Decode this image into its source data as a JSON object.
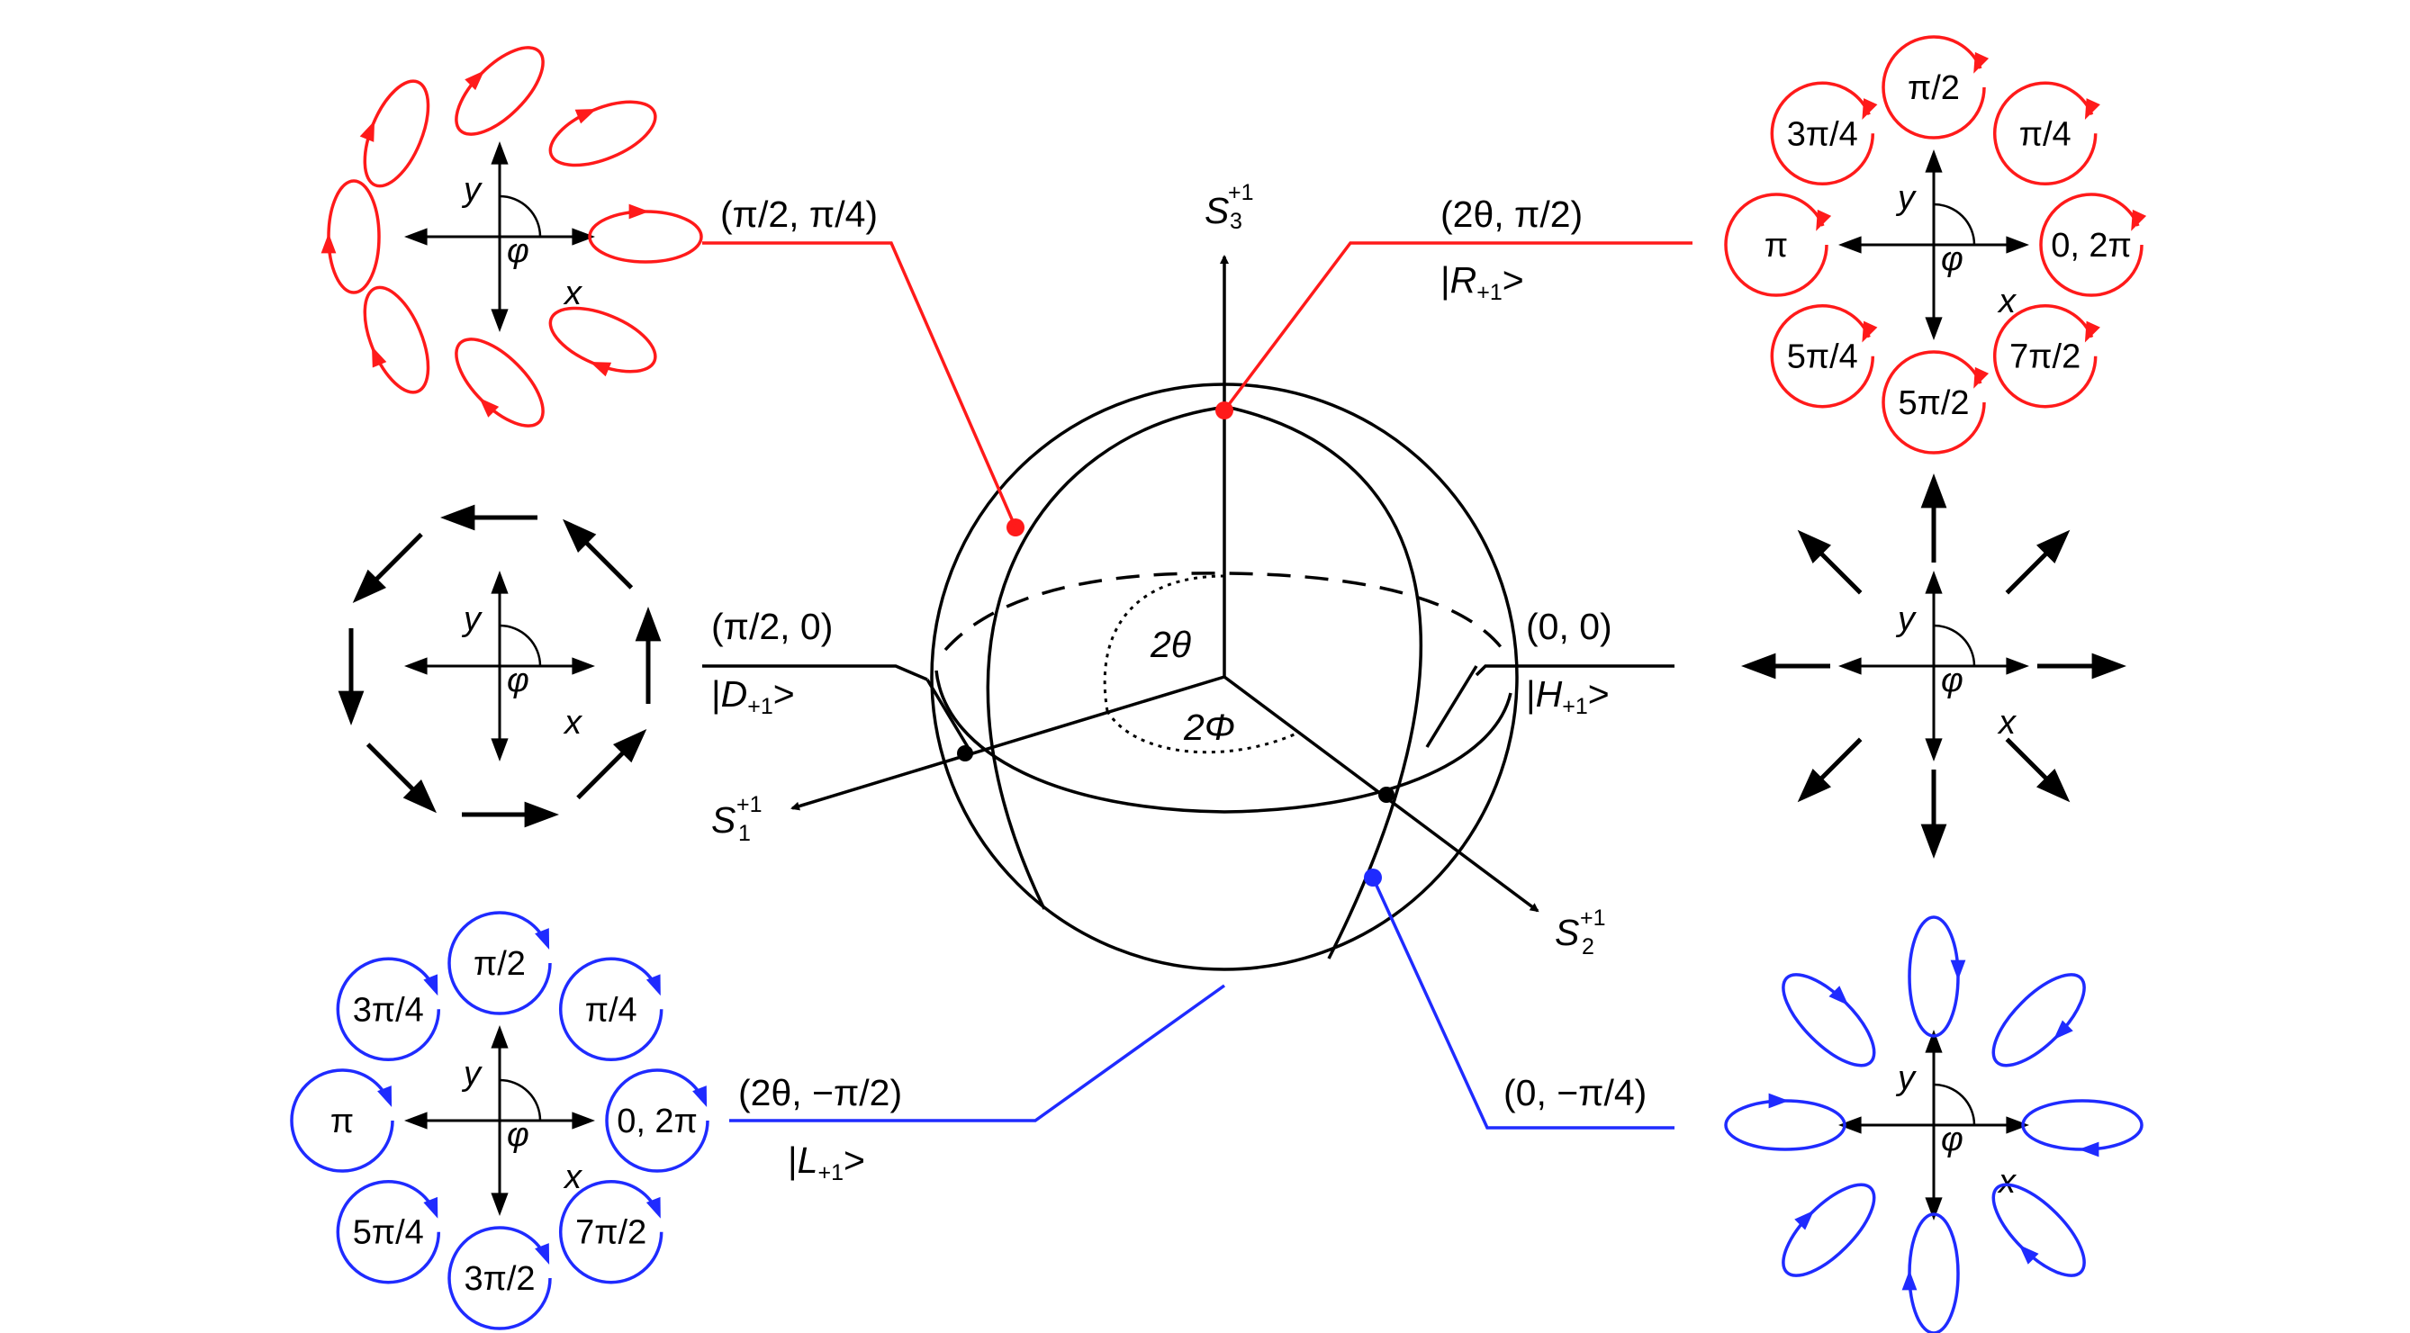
{
  "colors": {
    "red": "#ff1a1a",
    "blue": "#1f2bff",
    "black": "#000000"
  },
  "axes": {
    "s1": {
      "base": "S",
      "sup": "+1",
      "sub": "1"
    },
    "s2": {
      "base": "S",
      "sup": "+1",
      "sub": "2"
    },
    "s3": {
      "base": "S",
      "sup": "+1",
      "sub": "3"
    },
    "angle_theta": "2θ",
    "angle_phi": "2Φ"
  },
  "states": {
    "top_left": {
      "coords": "(π/2, π/4)"
    },
    "top_right": {
      "coords": "(2θ, π/2)",
      "ket_open": "|",
      "ket_letter": "R",
      "ket_sub": "+1",
      "ket_close": ">"
    },
    "mid_left": {
      "coords": "(π/2, 0)",
      "ket_open": "|",
      "ket_letter": "D",
      "ket_sub": "+1",
      "ket_close": ">"
    },
    "mid_right": {
      "coords": "(0, 0)",
      "ket_open": "|",
      "ket_letter": "H",
      "ket_sub": "+1",
      "ket_close": ">"
    },
    "bottom_left": {
      "coords": "(2θ, −π/2)",
      "ket_open": "|",
      "ket_letter": "L",
      "ket_sub": "+1",
      "ket_close": ">"
    },
    "bottom_right": {
      "coords": "(0, −π/4)"
    }
  },
  "frame": {
    "x": "x",
    "y": "y",
    "phi": "φ"
  },
  "phase_labels": {
    "right": [
      "0, 2π",
      "π/4",
      "π/2",
      "3π/4",
      "π",
      "5π/4",
      "5π/2",
      "7π/2"
    ],
    "left": [
      "0, 2π",
      "π/4",
      "π/2",
      "3π/4",
      "π",
      "5π/4",
      "3π/2",
      "7π/2"
    ]
  }
}
